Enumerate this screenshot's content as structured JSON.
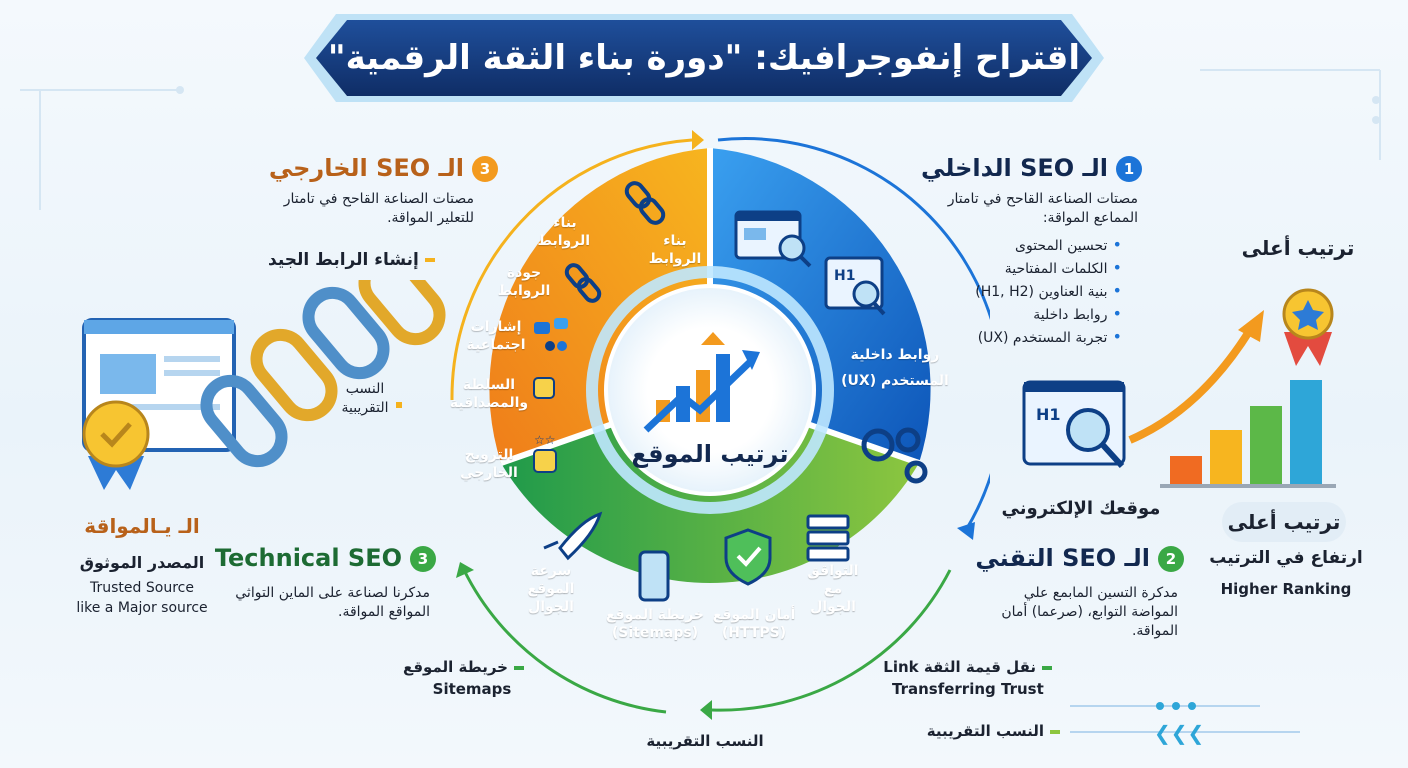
{
  "title": "اقتراح إنفوجرافيك: \"دورة بناء الثقة الرقمية\"",
  "center": {
    "label": "ترتيب الموقع"
  },
  "onpage": {
    "num": "1",
    "title": "الـ SEO الداخلي",
    "desc": "مصتات الصناعة القاحح في تامتار المماعع المواقة:",
    "bullets": [
      "تحسين المحتوى",
      "الكلمات المفتاحية",
      "بنية العناوين (H1, H2)",
      "روابط داخلية",
      "تجربة المستخدم (UX)"
    ],
    "seg_item1": "روابط داخلية",
    "seg_item2": "المستخدم (UX)"
  },
  "offpage": {
    "num": "3",
    "title": "الـ SEO الخارجي",
    "desc": "مصتات الصناعة القاحح في تامتار للتعلير المواقة.",
    "seg_items": [
      "بناء الروابط",
      "بناء الروابط",
      "جودة الروابط",
      "إشارات اجتماعية",
      "السلطة والمصداقية",
      "الترويج الخارجي"
    ]
  },
  "technical_right": {
    "num": "2",
    "title": "الـ SEO التقني",
    "desc": "مدكرة التسين المابمع علي المواضة التوابع، (صرعما) أمان المواقة."
  },
  "technical_left": {
    "num": "3",
    "title": "Technical SEO",
    "desc": "مدكرنا لصناعة على الماين التواثي المواقع المواقة."
  },
  "tech_seg": {
    "mobile_compat": "التواقق مع الجوال",
    "security": "أمان الموقع (HTTPS)",
    "sitemap": "خريطة الموقع (Sitemaps)",
    "speed": "سرعة الموقع الجوال"
  },
  "left_panel": {
    "link_building": "إنشاء الرابط الجيد",
    "anchor": "النسب التقريبية",
    "verified_title": "الـ يـالمواقة",
    "trusted_ar": "المصدر الموثوق",
    "trusted_en1": "Trusted Source",
    "trusted_en2": "like a Major source"
  },
  "right_panel": {
    "top_rank": "ترتيب أعلى",
    "your_site": "موقعك الإلكتروني",
    "pill": "ترتيب أعلى",
    "ranking_ar": "ارتفاع في الترتيب",
    "ranking_en": "Higher Ranking",
    "h1": "H1"
  },
  "bottom": {
    "sitemap_ar": "خريطة الموقع",
    "sitemap_en": "Sitemaps",
    "anchor_ratio": "النسب التقريبية",
    "transfer_ar": "نقل قيمة الثقة Link",
    "transfer_en": "Transferring Trust",
    "anchor_ratio2": "النسب التقريبية"
  },
  "colors": {
    "onpage_blue": "#1c74d8",
    "offpage_orange": "#f39a1e",
    "technical_green": "#3aa845",
    "title_navy": "#12284f"
  },
  "icons": [
    "chain-link-icon",
    "browser-search-icon",
    "h1-search-icon",
    "gears-icon",
    "server-icon",
    "shield-check-icon",
    "smartphone-icon",
    "rocket-icon",
    "social-icon",
    "thumbs-up-icon",
    "medal-icon",
    "growth-chart-icon"
  ]
}
